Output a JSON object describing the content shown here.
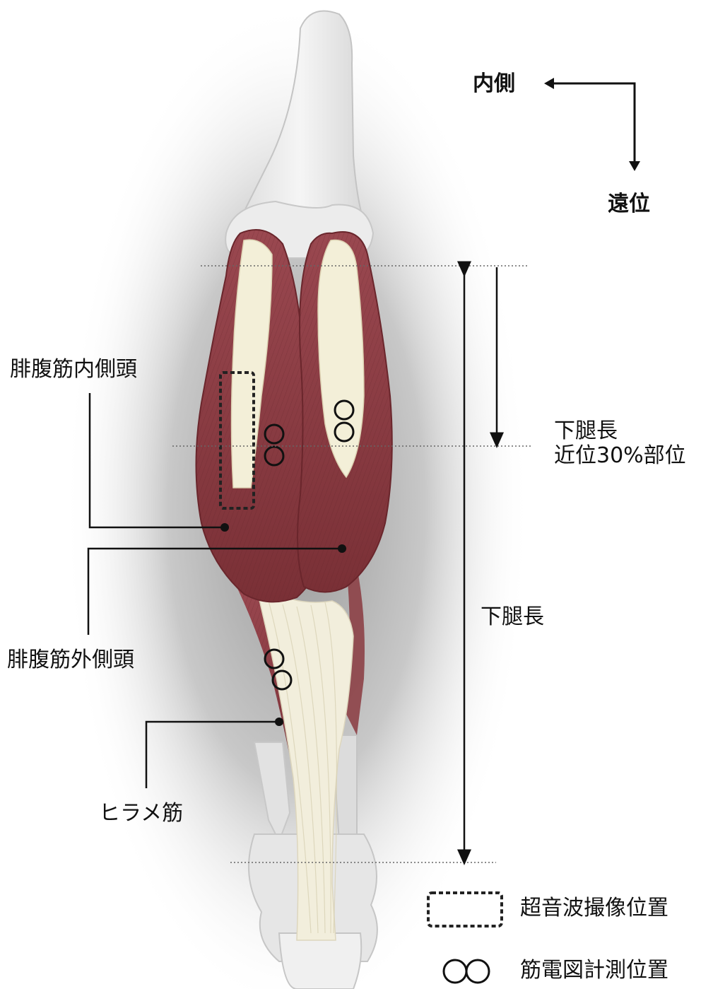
{
  "orientation": {
    "medial_label": "内側",
    "distal_label": "遠位"
  },
  "muscles": {
    "gastrocnemius_medial": "腓腹筋内側頭",
    "gastrocnemius_lateral": "腓腹筋外側頭",
    "soleus": "ヒラメ筋"
  },
  "measurements": {
    "lower_leg_length": "下腿長",
    "proximal_30_line1": "下腿長",
    "proximal_30_line2": "近位30%部位"
  },
  "legend": {
    "ultrasound_position": "超音波撮像位置",
    "emg_position": "筋電図計測位置"
  },
  "colors": {
    "muscle": "#8a3a40",
    "muscle_dark": "#6e2a30",
    "tendon": "#f1ecd6",
    "bone": "#e7e7e7",
    "line": "#111111"
  }
}
